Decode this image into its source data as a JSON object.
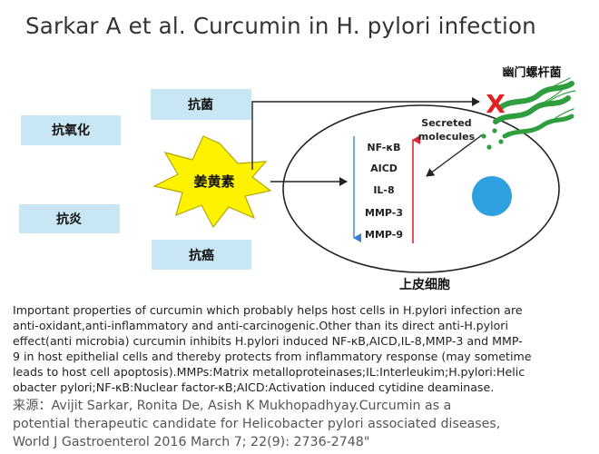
{
  "title": "Sarkar A et al. Curcumin in H. pylori infection",
  "diagram": {
    "center": "姜黄素",
    "effects": [
      "抗菌",
      "抗氧化",
      "抗炎",
      "抗癌"
    ],
    "bacteria_label": "幽门螺杆菌",
    "secreted_label_line1": "Secreted",
    "secreted_label_line2": "molecules",
    "markers": [
      "NF-κB",
      "AICD",
      "IL-8",
      "MMP-3",
      "MMP-9"
    ],
    "cell_label": "上皮细胞",
    "inhibit_mark": "X"
  },
  "caption_lines": [
    "Important properties of curcumin which probably helps host cells in H.pylori infection are",
    "anti-oxidant,anti-inflammatory and anti-carcinogenic.Other than its direct anti-H.pylori",
    "effect(anti microbia) curcumin inhibits H.pylori induced NF-κB,AICD,IL-8,MMP-3 and MMP-",
    "9 in host epithelial cells and thereby protects from inflammatory response (may sometime",
    "leads to host cell apoptosis).MMPs:Matrix metalloproteinases;IL:Interleukim;H.pylori:Helic",
    "obacter pylori;NF-κB:Nuclear factor-κB;AICD:Activation induced cytidine deaminase."
  ],
  "source_lines": [
    "来源：Avijit Sarkar, Ronita De, Asish K Mukhopadhyay.Curcumin as a",
    "potential therapeutic candidate for Helicobacter pylori associated diseases,",
    "World J Gastroenterol    2016 March 7; 22(9): 2736-2748\""
  ],
  "colors": {
    "box_fill": "#c9e6f4",
    "star_fill": "#fff200",
    "star_stroke": "#b3a800",
    "nucleus": "#2f9fe0",
    "bacteria": "#2e9e3e",
    "inhibit": "#e02020",
    "blue_arrow": "#3a7fd5",
    "red_arrow": "#e0243a"
  }
}
